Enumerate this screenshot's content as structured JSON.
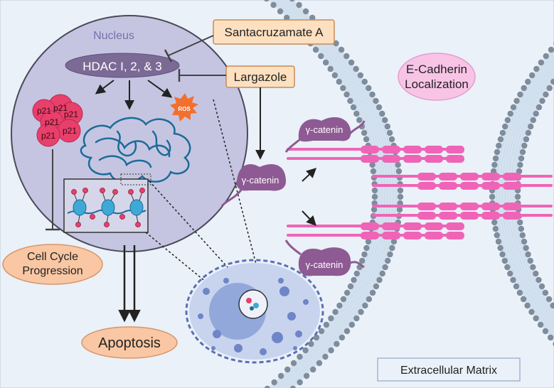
{
  "labels": {
    "nucleus": "Nucleus",
    "hdac": "HDAC I, 2, & 3",
    "santacruzamate": "Santacruzamate A",
    "largazole": "Largazole",
    "ros": "ROS",
    "p21": "p21",
    "ecadherin_line1": "E-Cadherin",
    "ecadherin_line2": "Localization",
    "gamma_catenin": "γ-catenin",
    "cell_cycle_line1": "Cell Cycle",
    "cell_cycle_line2": "Progression",
    "apoptosis": "Apoptosis",
    "extracellular_matrix": "Extracellular Matrix"
  },
  "colors": {
    "background": "#eaf1f8",
    "nucleus_fill": "#c5c5e2",
    "hdac_fill": "#7b6a95",
    "drug_box_fill": "#fde0c0",
    "drug_box_stroke": "#c88a55",
    "catenin_fill": "#8e5a93",
    "cadherin": "#f064b7",
    "ecadherin_bubble": "#f8c4e6",
    "outcome_fill": "#f9c7a3",
    "membrane_head": "#7f8c9c",
    "dna": "#1c6b99",
    "p21": "#e83f6b",
    "ros": "#f26f2e",
    "histone": "#3fa9d6"
  },
  "icons": {
    "ros": "starburst-icon",
    "p21": "protein-cluster-icon",
    "dna": "dna-coil-icon",
    "cell": "cell-icon"
  }
}
